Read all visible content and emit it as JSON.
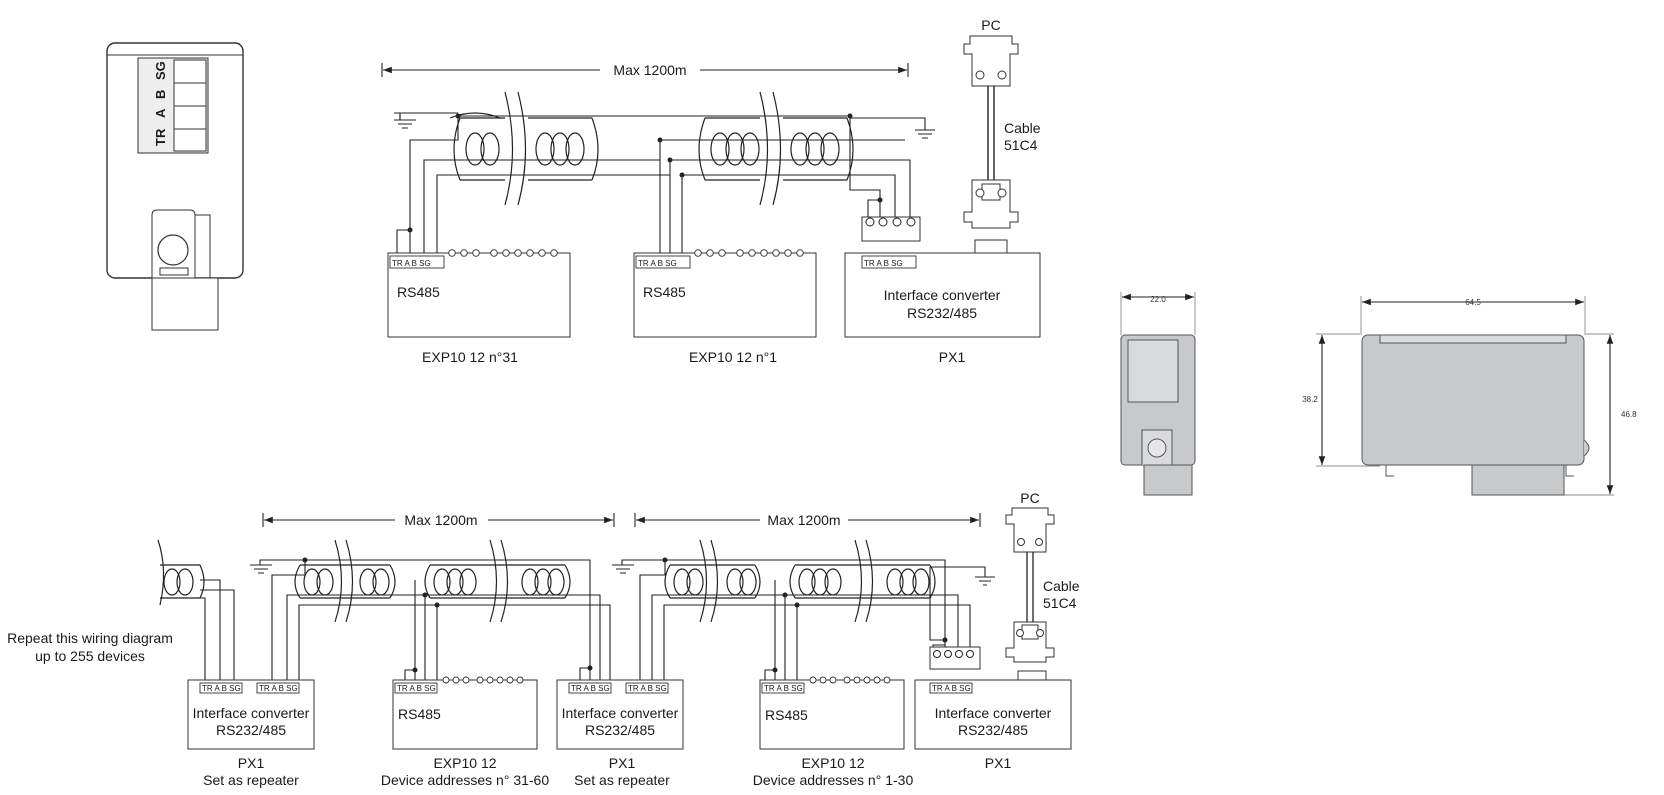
{
  "device_pins": {
    "tr": "TR",
    "a": "A",
    "b": "B",
    "sg": "SG"
  },
  "top": {
    "max_distance": "Max 1200m",
    "pc": "PC",
    "cable": [
      "Cable",
      "51C4"
    ],
    "nodes": [
      {
        "module": "RS485",
        "caption": "EXP10 12 n°31"
      },
      {
        "module": "RS485",
        "caption": "EXP10 12 n°1"
      },
      {
        "module": [
          "Interface converter",
          "RS232/485"
        ],
        "caption": "PX1"
      }
    ]
  },
  "dimensions": {
    "side_width": "22.0",
    "front_width": "64.5",
    "front_height_inner": "38.2",
    "front_height_total": "46.8"
  },
  "bottom": {
    "repeat_note": [
      "Repeat this wiring diagram",
      "up to 255 devices"
    ],
    "max_distance_1": "Max 1200m",
    "max_distance_2": "Max 1200m",
    "pc": "PC",
    "cable": [
      "Cable",
      "51C4"
    ],
    "nodes": [
      {
        "module": [
          "Interface converter",
          "RS232/485"
        ],
        "caption": [
          "PX1",
          "Set as repeater"
        ]
      },
      {
        "module": "RS485",
        "caption": [
          "EXP10 12",
          "Device addresses n° 31-60"
        ]
      },
      {
        "module": [
          "Interface converter",
          "RS232/485"
        ],
        "caption": [
          "PX1",
          "Set as repeater"
        ]
      },
      {
        "module": "RS485",
        "caption": [
          "EXP10 12",
          "Device addresses n° 1-30"
        ]
      },
      {
        "module": [
          "Interface converter",
          "RS232/485"
        ],
        "caption": "PX1"
      }
    ]
  }
}
